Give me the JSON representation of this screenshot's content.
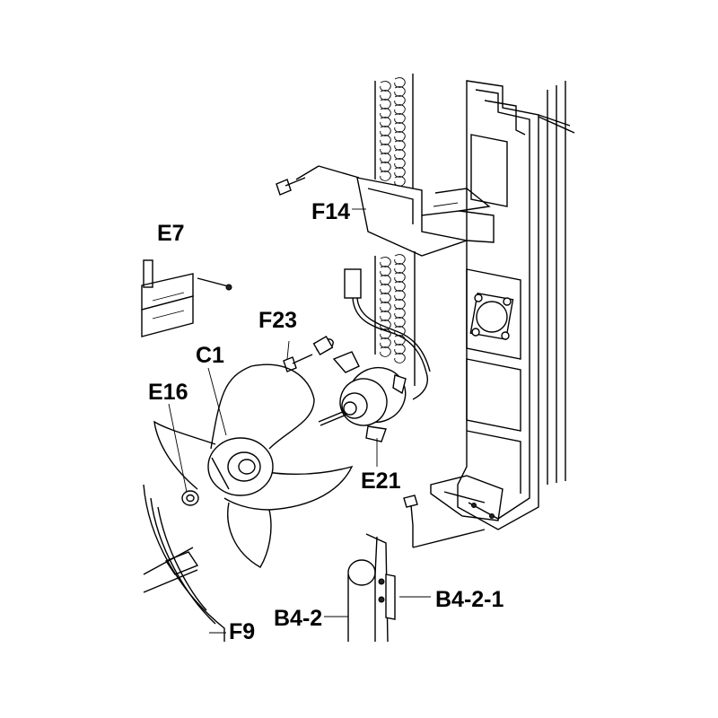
{
  "diagram": {
    "labels": {
      "f14": "F14",
      "e7": "E7",
      "f23": "F23",
      "c1": "C1",
      "e16": "E16",
      "e21": "E21",
      "b4_2_1": "B4-2-1",
      "b4_2": "B4-2",
      "f9": "F9"
    },
    "components": [
      "condenser-coil",
      "mounting-bracket-panel",
      "motor-bracket",
      "fan-motor",
      "fan-blade",
      "fan-nut",
      "screw",
      "capacitor",
      "fan-shroud",
      "electrical-terminal-block"
    ]
  }
}
